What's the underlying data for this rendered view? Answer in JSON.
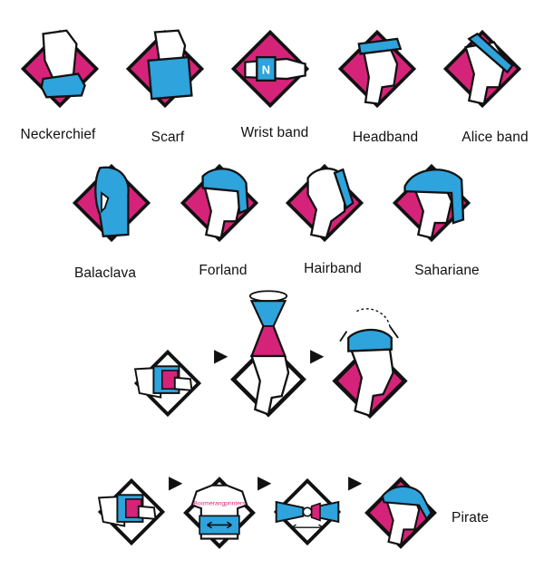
{
  "colors": {
    "pink": "#d6237a",
    "blue": "#2ea3dc",
    "outline": "#111111",
    "white": "#ffffff"
  },
  "styles": [
    {
      "label": "Neckerchief",
      "icon": "neckerchief-icon"
    },
    {
      "label": "Scarf",
      "icon": "scarf-icon"
    },
    {
      "label": "Wrist band",
      "icon": "wrist-band-icon"
    },
    {
      "label": "Headband",
      "icon": "headband-icon"
    },
    {
      "label": "Alice band",
      "icon": "alice-band-icon"
    },
    {
      "label": "Balaclava",
      "icon": "balaclava-icon"
    },
    {
      "label": "Forland",
      "icon": "forland-icon"
    },
    {
      "label": "Hairband",
      "icon": "hairband-icon"
    },
    {
      "label": "Sahariane",
      "icon": "sahariane-icon"
    }
  ],
  "twist_sequence": {
    "icons": [
      "fold-tube-icon",
      "twist-tube-icon",
      "hat-icon"
    ]
  },
  "pirate_sequence": {
    "label": "Pirate",
    "icons": [
      "fold-tube-icon",
      "tshirt-fold-icon",
      "bow-icon",
      "pirate-icon"
    ],
    "logo_text": "Boomerangprinters"
  }
}
